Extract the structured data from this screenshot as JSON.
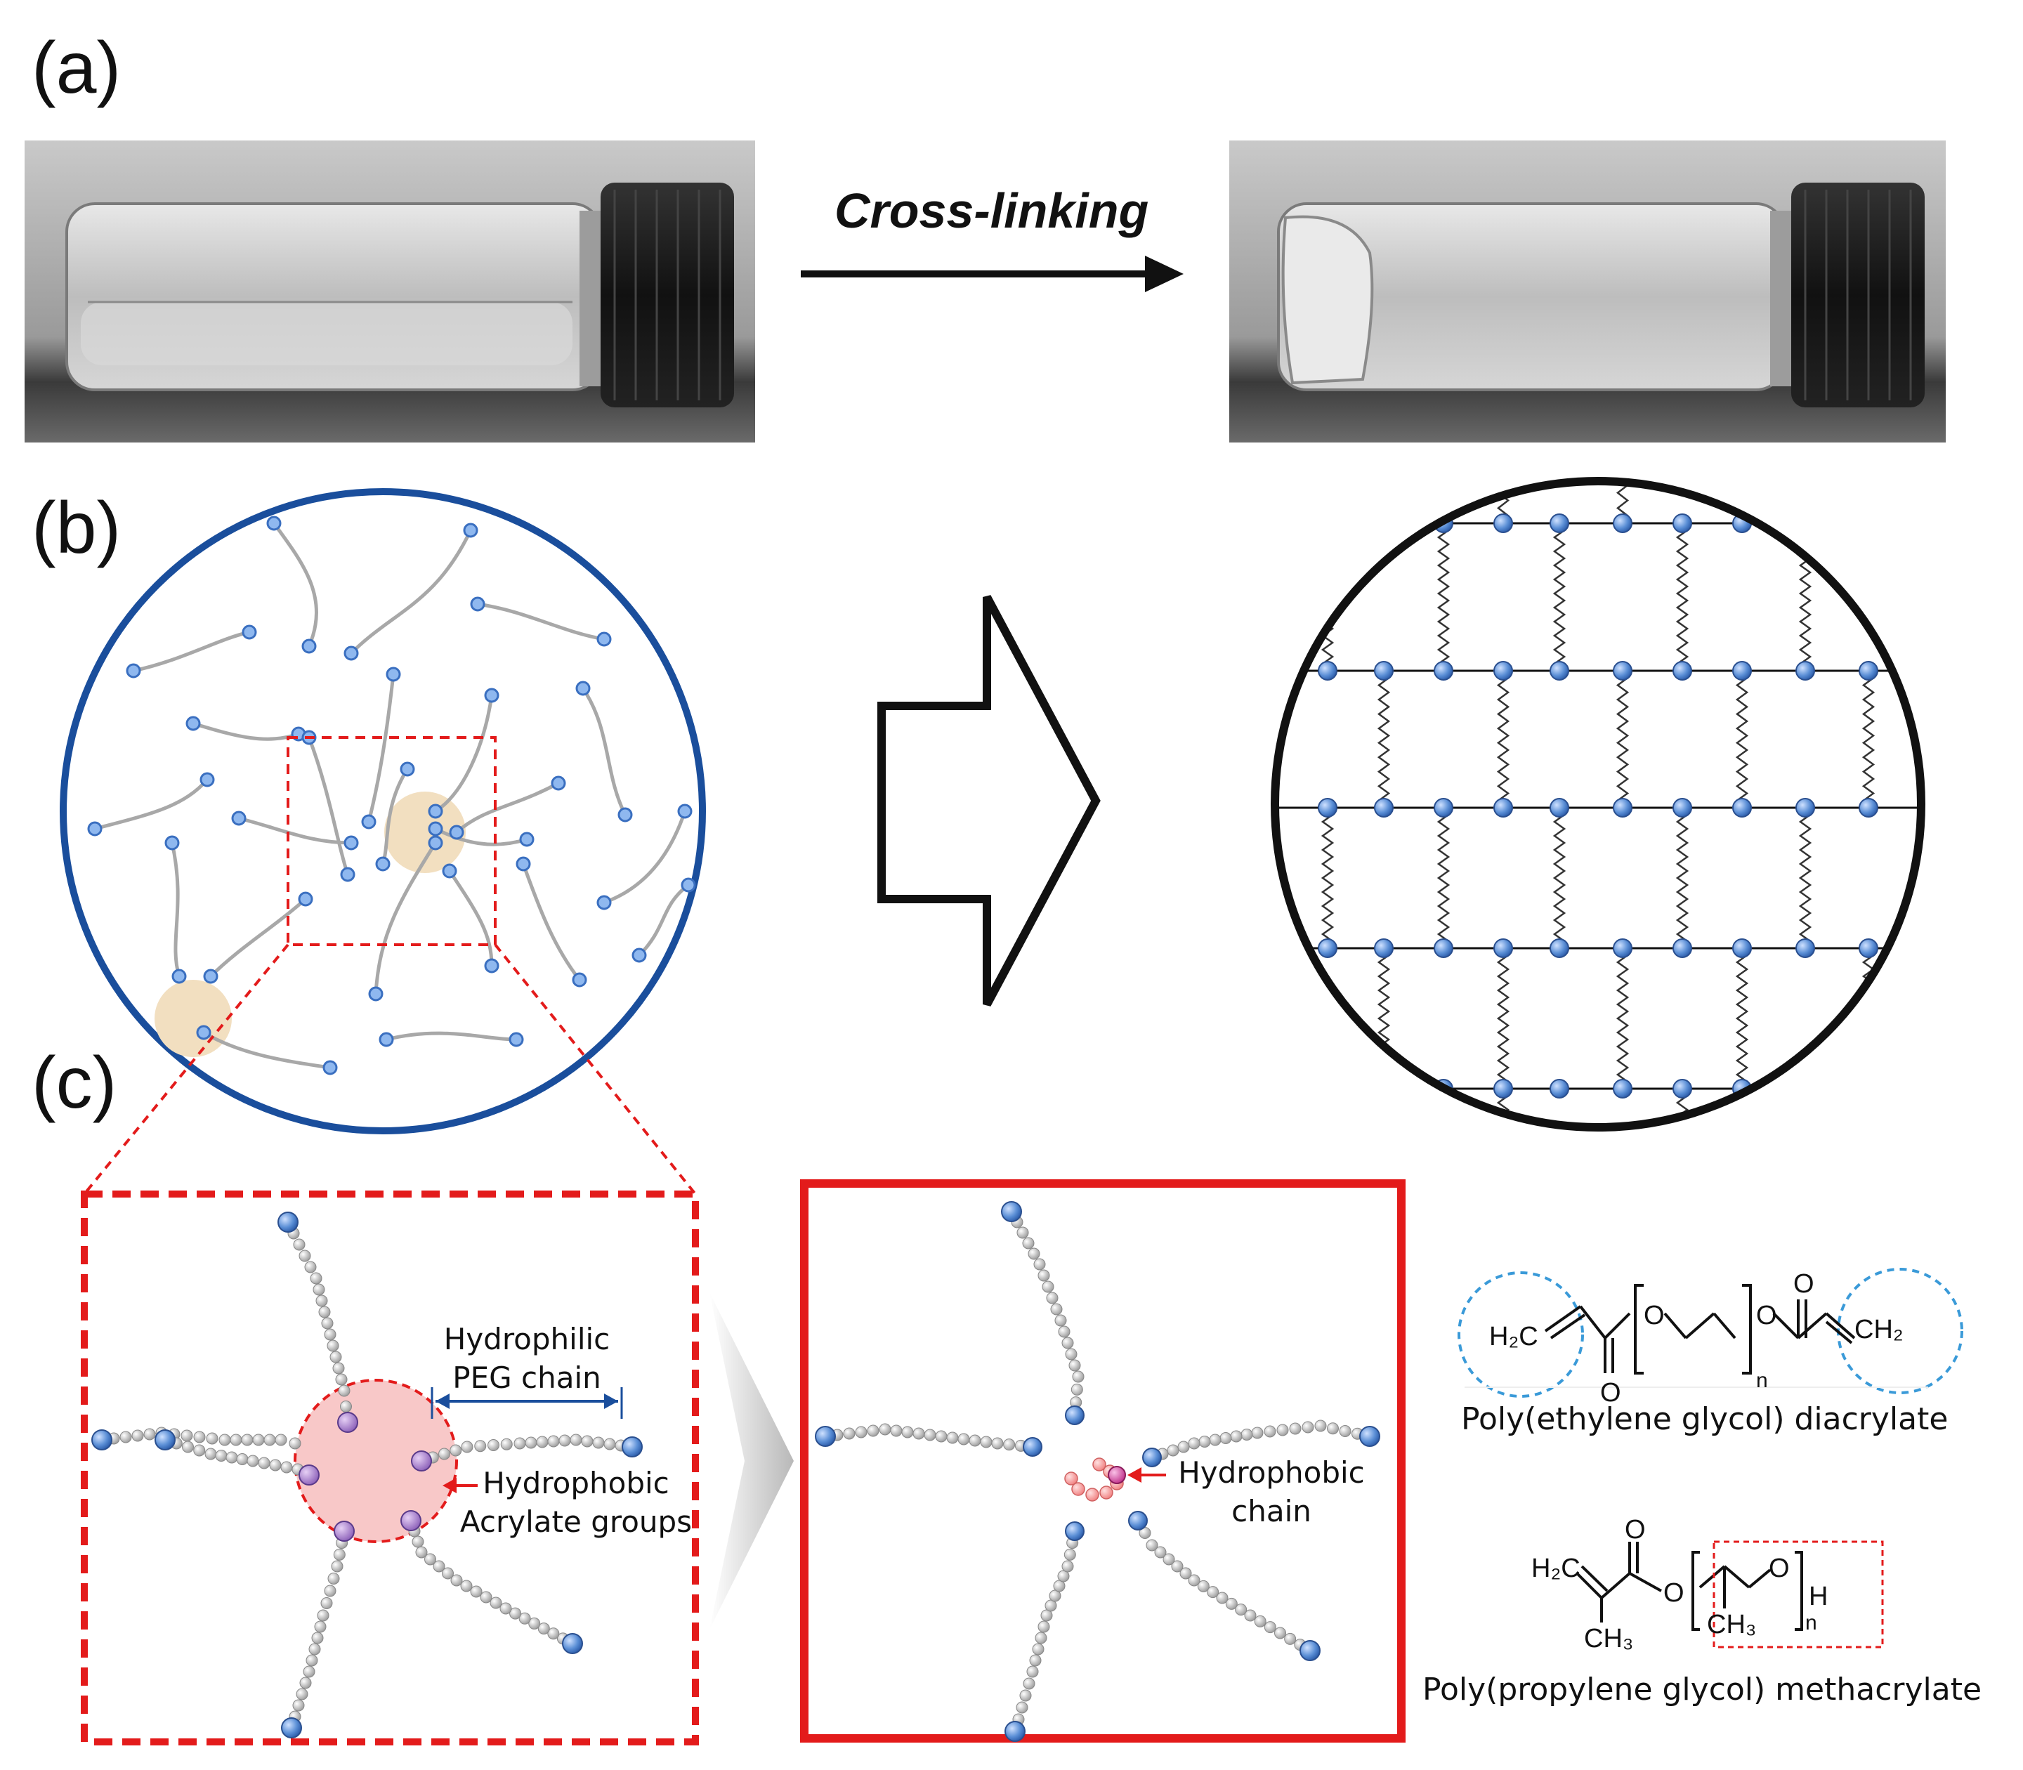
{
  "panels": {
    "a": "(a)",
    "b": "(b)",
    "c": "(c)"
  },
  "panel_a": {
    "arrow_label": "Cross-linking"
  },
  "panel_c": {
    "left_labels": {
      "hydrophilic": "Hydrophilic\nPEG chain",
      "hydrophobic": "Hydrophobic\nAcrylate groups"
    },
    "middle_label": "Hydrophobic\nchain"
  },
  "chemistry": {
    "pegda": {
      "name": "Poly(ethylene glycol) diacrylate",
      "h2c": "H₂C",
      "ch2": "CH₂",
      "o": "O",
      "n": "n"
    },
    "ppgma": {
      "name": "Poly(propylene glycol) methacrylate",
      "h2c": "H₂C",
      "ch3": "CH₃",
      "o": "O",
      "n": "n",
      "h": "H"
    }
  },
  "colors": {
    "blue_circle": "#1a4e9c",
    "red": "#e31b1b",
    "node_blue": "#5b8fd6",
    "micelle_tan": "#f2dfc0",
    "micelle_pink": "#f8c8c8"
  }
}
